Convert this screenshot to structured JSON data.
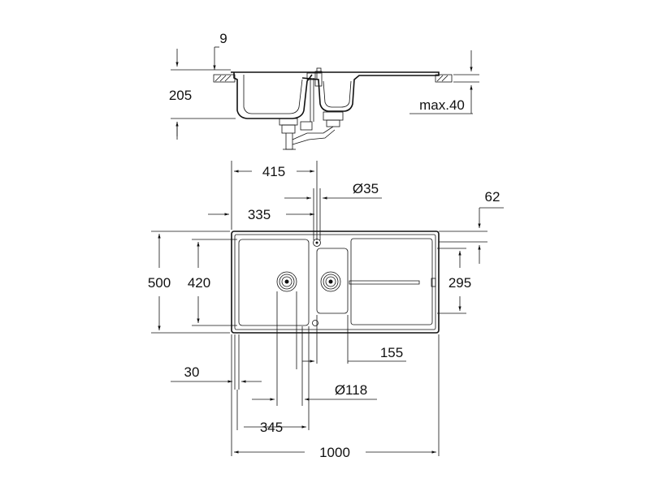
{
  "drawing": {
    "title": "",
    "dimensions": {
      "side_thickness": "9",
      "side_depth": "205",
      "side_max": "max.40",
      "width_415": "415",
      "dia_35": "Ø35",
      "width_335": "335",
      "offset_62": "62",
      "height_500": "500",
      "height_420": "420",
      "height_295": "295",
      "width_155": "155",
      "width_30": "30",
      "dia_118": "Ø118",
      "width_345": "345",
      "width_1000": "1000"
    }
  }
}
